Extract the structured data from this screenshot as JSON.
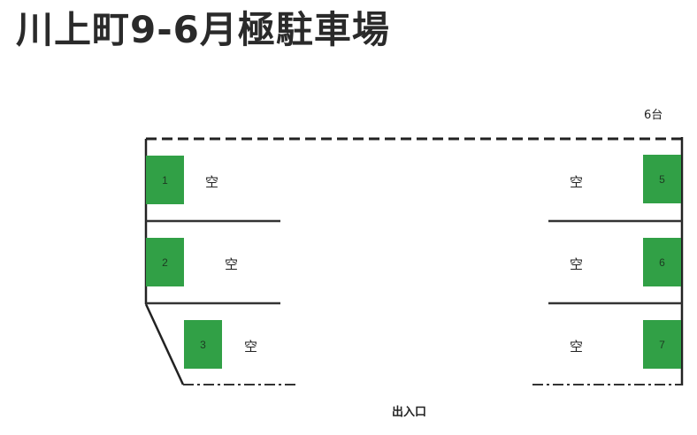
{
  "header": {
    "title": "川上町9-6月極駐車場"
  },
  "lot": {
    "capacity_label": "6台",
    "entrance_label": "出入口",
    "spot_color": "#31a046",
    "spots": [
      {
        "number": "1",
        "status": "空",
        "side": "left"
      },
      {
        "number": "2",
        "status": "空",
        "side": "left"
      },
      {
        "number": "3",
        "status": "空",
        "side": "left"
      },
      {
        "number": "5",
        "status": "空",
        "side": "right"
      },
      {
        "number": "6",
        "status": "空",
        "side": "right"
      },
      {
        "number": "7",
        "status": "空",
        "side": "right"
      }
    ]
  }
}
